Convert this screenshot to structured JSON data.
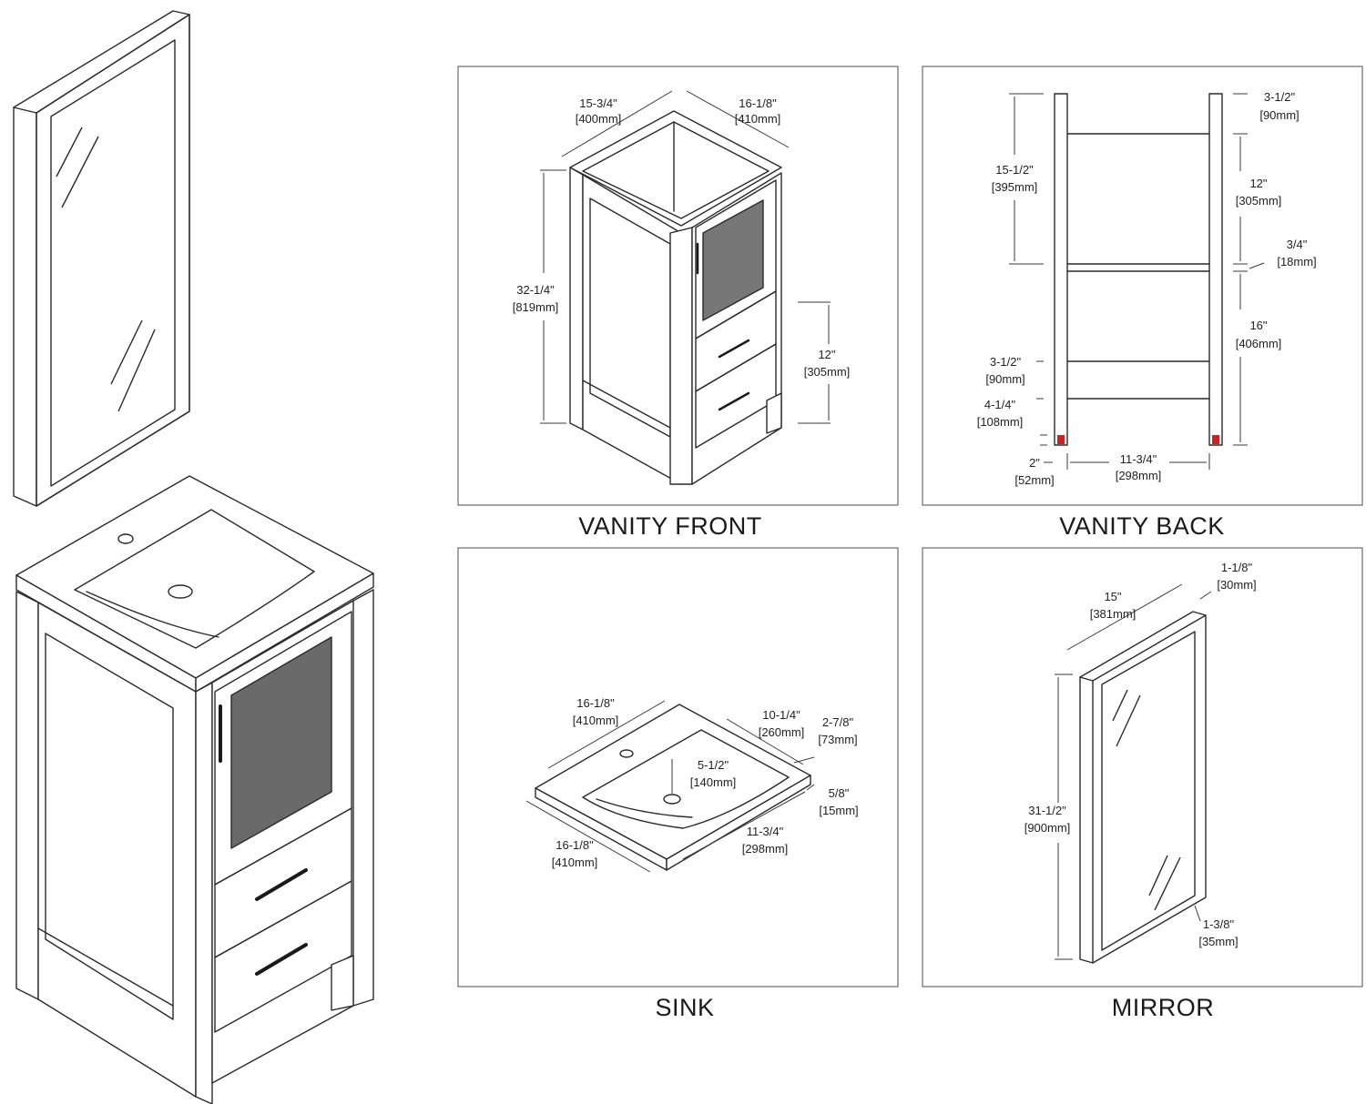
{
  "panels": {
    "vanity_front": {
      "caption": "VANITY FRONT",
      "dims": {
        "depth_in": "15-3/4\"",
        "depth_mm": "[400mm]",
        "width_in": "16-1/8\"",
        "width_mm": "[410mm]",
        "height_in": "32-1/4\"",
        "height_mm": "[819mm]",
        "drawer_in": "12\"",
        "drawer_mm": "[305mm]"
      }
    },
    "vanity_back": {
      "caption": "VANITY BACK",
      "dims": {
        "top_rail_in": "3-1/2\"",
        "top_rail_mm": "[90mm]",
        "upper_in": "15-1/2\"",
        "upper_mm": "[395mm]",
        "opening_in": "12\"",
        "opening_mm": "[305mm]",
        "shelf_in": "3/4\"",
        "shelf_mm": "[18mm]",
        "lower_in": "16\"",
        "lower_mm": "[406mm]",
        "bottom_rail_in": "3-1/2\"",
        "bottom_rail_mm": "[90mm]",
        "leg_in": "4-1/4\"",
        "leg_mm": "[108mm]",
        "foot_in": "2\"",
        "foot_mm": "[52mm]",
        "inner_w_in": "11-3/4\"",
        "inner_w_mm": "[298mm]"
      }
    },
    "sink": {
      "caption": "SINK",
      "dims": {
        "back_w_in": "16-1/8\"",
        "back_w_mm": "[410mm]",
        "bowl_d_in": "10-1/4\"",
        "bowl_d_mm": "[260mm]",
        "rim_in": "2-7/8\"",
        "rim_mm": "[73mm]",
        "bowl_depth_in": "5-1/2\"",
        "bowl_depth_mm": "[140mm]",
        "thick_in": "5/8\"",
        "thick_mm": "[15mm]",
        "front_w_in": "16-1/8\"",
        "front_w_mm": "[410mm]",
        "bowl_w_in": "11-3/4\"",
        "bowl_w_mm": "[298mm]"
      }
    },
    "mirror": {
      "caption": "MIRROR",
      "dims": {
        "frame_in": "1-1/8\"",
        "frame_mm": "[30mm]",
        "width_in": "15\"",
        "width_mm": "[381mm]",
        "height_in": "31-1/2\"",
        "height_mm": "[900mm]",
        "depth_in": "1-3/8\"",
        "depth_mm": "[35mm]"
      }
    }
  }
}
